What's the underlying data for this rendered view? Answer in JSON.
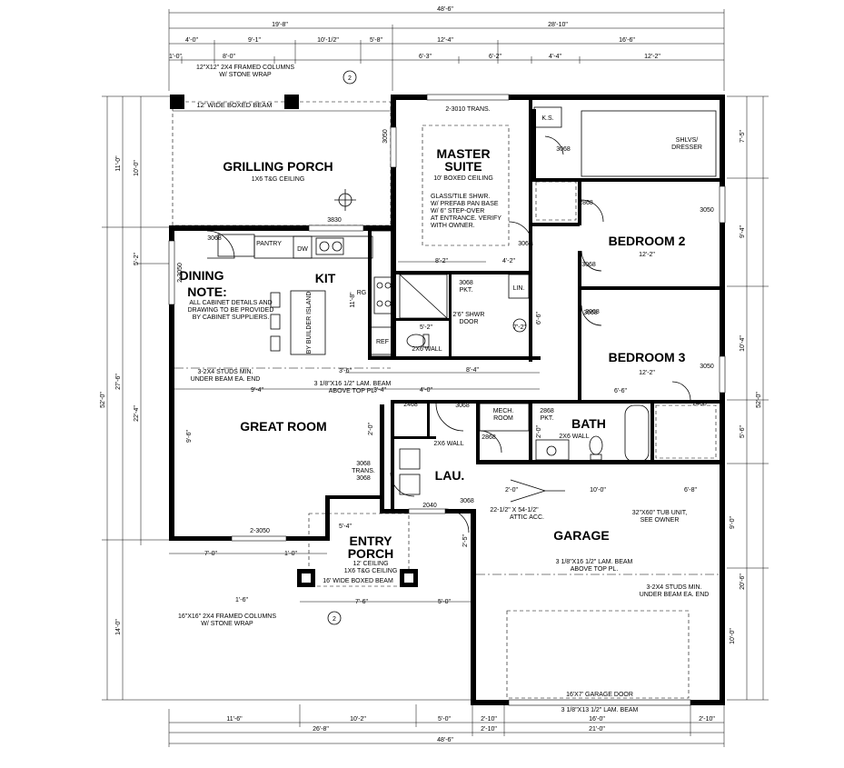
{
  "rooms": {
    "grilling_porch": "GRILLING PORCH",
    "grilling_porch_ceiling": "1X6 T&G CEILING",
    "porch_beam": "12' WIDE BOXED BEAM",
    "porch_columns_1": "12\"X12\" 2X4 FRAMED COLUMNS",
    "porch_columns_2": "W/ STONE WRAP",
    "master_1": "MASTER",
    "master_2": "SUITE",
    "master_ceiling": "10' BOXED CEILING",
    "shower_note_1": "GLASS/TILE SHWR.",
    "shower_note_2": "W/ PREFAB PAN BASE",
    "shower_note_3": "W/ 6\" STEP-OVER",
    "shower_note_4": "AT ENTRANCE. VERIFY",
    "shower_note_5": "WITH OWNER.",
    "trans": "2-3010 TRANS.",
    "ks": "K.S.",
    "shlvs_1": "SHLVS/",
    "shlvs_2": "DRESSER",
    "bedroom2": "BEDROOM 2",
    "bedroom3": "BEDROOM 3",
    "dining": "DINING",
    "kit": "KIT",
    "pantry": "PANTRY",
    "dw": "DW",
    "rg": "RG",
    "ref": "REF",
    "lin": "LIN.",
    "note_title": "NOTE:",
    "note_1": "ALL CABINET DETAILS AND",
    "note_2": "DRAWING TO BE PROVIDED",
    "note_3": "BY CABINET SUPPLIERS.",
    "builder_island": "BY BUILDER ISLAND",
    "great_room": "GREAT ROOM",
    "beam_great_1": "3 1/8\"X16 1/2\" LAM. BEAM",
    "beam_great_2": "ABOVE TOP PL.",
    "studs_great_1": "3-2X4 STUDS MIN.",
    "studs_great_2": "UNDER BEAM EA. END",
    "entry_1": "ENTRY",
    "entry_2": "PORCH",
    "entry_ceil_1": "12' CEILING",
    "entry_ceil_2": "1X6 T&G CEILING",
    "entry_beam": "16' WIDE BOXED BEAM",
    "entry_cols_1": "16\"X16\" 2X4 FRAMED COLUMNS",
    "entry_cols_2": "W/ STONE WRAP",
    "lau": "LAU.",
    "mech_1": "MECH.",
    "mech_2": "ROOM",
    "bath": "BATH",
    "bath_wall": "2X6 WALL",
    "lau_wall": "2X6 WALL",
    "shwr_wall": "2X6 WALL",
    "shwr_door_1": "2'6\" SHWR",
    "shwr_door_2": "DOOR",
    "tub_1": "32\"X60\" TUB UNIT,",
    "tub_2": "SEE OWNER",
    "attic_1": "22-1/2\" X 54-1/2\"",
    "attic_2": "ATTIC ACC.",
    "garage": "GARAGE",
    "beam_garage_1": "3 1/8\"X16 1/2\" LAM. BEAM",
    "beam_garage_2": "ABOVE TOP PL.",
    "studs_garage_1": "3-2X4 STUDS MIN.",
    "studs_garage_2": "UNDER BEAM EA. END",
    "garage_door": "16'X7' GARAGE DOOR",
    "garage_beam": "3 1/8\"X13 1/2\" LAM. BEAM",
    "entry_door_1": "3068",
    "entry_door_2": "TRANS.",
    "entry_door_3": "3068"
  },
  "openings": {
    "w3050_master": "3050",
    "w3830": "3830",
    "d3068_master": "3068",
    "d3068_dining": "3068",
    "d3068_hall": "3068",
    "d3068_lau": "3068",
    "d3068_bed2": "3068",
    "d3068_bed3": "3068",
    "d3068_pkt": "3068",
    "pkt": "PKT.",
    "w3050_bed2": "3050",
    "w3050_bed3": "3050",
    "d2868_closet": "2868",
    "d2868_mech": "2868",
    "d2868_bath": "2868",
    "bath_pkt": "PKT.",
    "d2468_left": "2468",
    "d2468_right": "2468",
    "w2_3050_dining": "2-3050",
    "w2_3050_great": "2-3050",
    "w2040": "2040",
    "d3068_garage": "3068",
    "d3068_master2": "3068"
  },
  "dims": {
    "top_overall": "48'-6\"",
    "top_left": "19'-8\"",
    "top_right": "28'-10\"",
    "top_r2": [
      "4'-0\"",
      "9'-1\"",
      "10'-1/2\"",
      "5'-8\"",
      "12'-4\"",
      "16'-6\""
    ],
    "top_r3": [
      "1'-0\"",
      "8'-0\"",
      "6'-3\"",
      "6'-2\"",
      "4'-4\"",
      "12'-2\""
    ],
    "bottom_r1": [
      "11'-6\"",
      "10'-2\"",
      "5'-0\"",
      "2'-10\"",
      "16'-0\"",
      "2'-10\""
    ],
    "bottom_r2": [
      "26'-8\"",
      "2'-10\"",
      "21'-0\""
    ],
    "bottom_overall": "48'-6\"",
    "left_overall": "52'-0\"",
    "left_parts": [
      "11'-0\"",
      "27'-6\"",
      "14'-0\""
    ],
    "left_inner": [
      "10'-0\"",
      "5'-2\"",
      "22'-4\""
    ],
    "right_overall": "52'-0\"",
    "right_parts": [
      "7'-5\"",
      "9'-4\"",
      "10'-4\"",
      "5'-6\"",
      "9'-0\"",
      "20'-6\"",
      "10'-0\""
    ],
    "interior": [
      "8'-2\"",
      "4'-2\"",
      "12'-2\"",
      "12'-2\"",
      "6'-6\"",
      "5'-2\"",
      "7'-2\"",
      "9'-4\"",
      "4'-0\"",
      "8'-4\"",
      "10'-0\"",
      "6'-8\"",
      "2'-0\"",
      "7'-0\"",
      "1'-0\"",
      "5'-4\"",
      "7'-6\"",
      "5'-0\"",
      "2'-5\"",
      "3'-4\"",
      "3'-6\"",
      "9'-6\"",
      "11'-8\"",
      "2'-0\"",
      "1'-6\"",
      "6'-6\"",
      "2'-0\""
    ],
    "markers": [
      "2",
      "2"
    ]
  },
  "colors": {
    "ink": "#000000",
    "paper": "#ffffff"
  }
}
